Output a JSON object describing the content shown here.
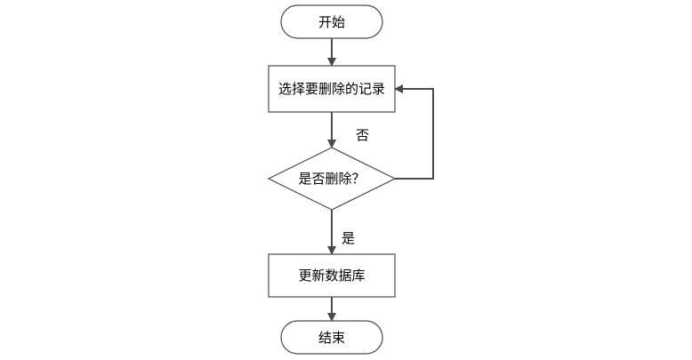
{
  "diagram": {
    "nodes": {
      "start": "开始",
      "select": "选择要删除的记录",
      "decision": "是否删除？",
      "update": "更新数据库",
      "end": "结束"
    },
    "edge_labels": {
      "no": "否",
      "yes": "是"
    },
    "colors": {
      "stroke": "#4a4a4a",
      "fill": "#ffffff",
      "text": "#000000"
    }
  }
}
